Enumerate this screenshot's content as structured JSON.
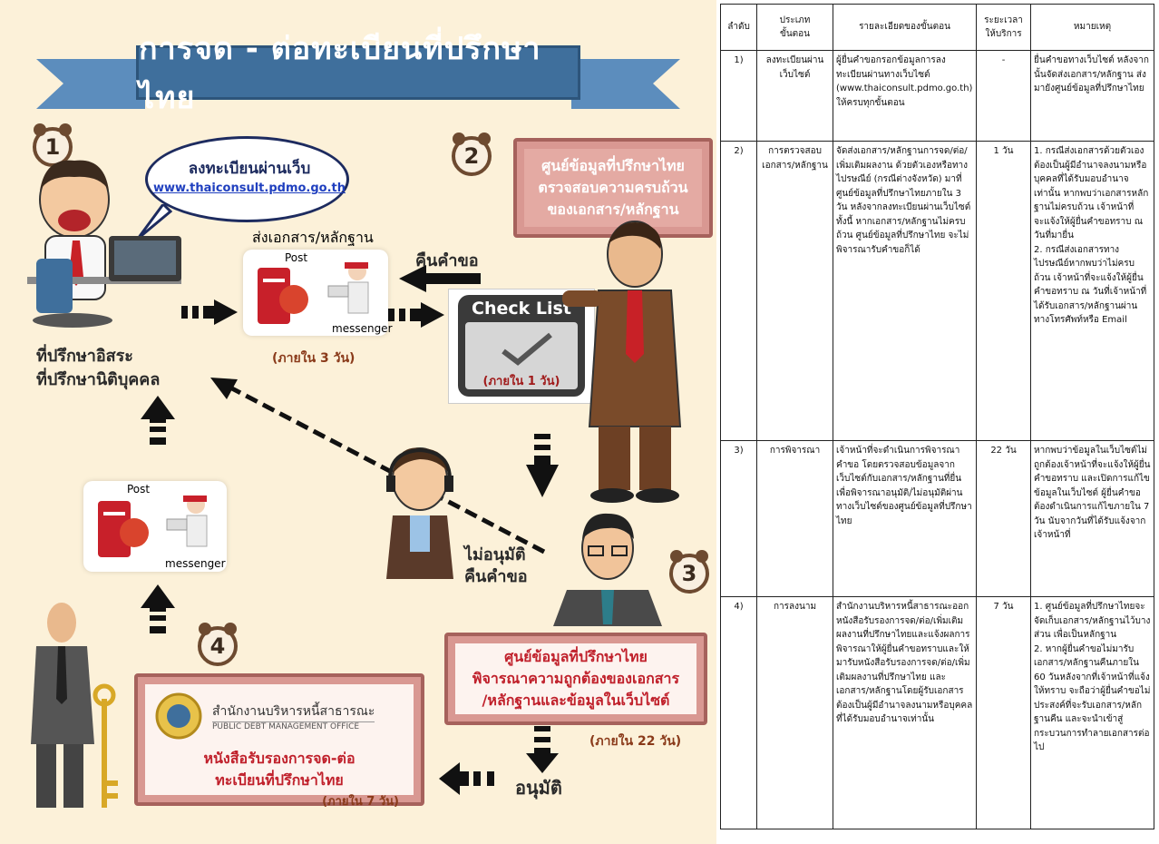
{
  "diagram": {
    "title": "การจด - ต่อทะเบียนที่ปรึกษาไทย",
    "step_numbers": [
      "1",
      "2",
      "3",
      "4"
    ],
    "speech_bubble": {
      "line1": "ลงทะเบียนผ่านเว็บ",
      "url": "www.thaiconsult.pdmo.go.th"
    },
    "send_docs_label": "ส่งเอกสาร/หลักฐาน",
    "post_label": "Post",
    "messenger_label": "messenger",
    "within_3_days": "(ภายใน 3 วัน)",
    "return_request": "คืนคำขอ",
    "checklist_title": "Check List",
    "within_1_day": "(ภายใน 1 วัน)",
    "consultant_line1": "ที่ปรึกษาอิสระ",
    "consultant_line2": "ที่ปรึกษานิติบุคคล",
    "center_box2": [
      "ศูนย์ข้อมูลที่ปรึกษาไทย",
      "ตรวจสอบความครบถ้วน",
      "ของเอกสาร/หลักฐาน"
    ],
    "not_approved_line1": "ไม่อนุมัติ",
    "not_approved_line2": "คืนคำขอ",
    "center_box3": [
      "ศูนย์ข้อมูลที่ปรึกษาไทย",
      "พิจารณาความถูกต้องของเอกสาร",
      "/หลักฐานและข้อมูลในเว็บไซต์"
    ],
    "within_22_days": "(ภายใน 22 วัน)",
    "approve_label": "อนุมัติ",
    "office_th": "สำนักงานบริหารหนี้สาธารณะ",
    "office_en": "PUBLIC DEBT MANAGEMENT OFFICE",
    "certificate_line1": "หนังสือรับรองการจด-ต่อ",
    "certificate_line2": "ทะเบียนที่ปรึกษาไทย",
    "within_7_days": "(ภายใน 7 วัน)"
  },
  "table": {
    "headers": [
      "ลำดับ",
      "ประเภท\nขั้นตอน",
      "รายละเอียดของขั้นตอน",
      "ระยะเวลา\nให้บริการ",
      "หมายเหตุ"
    ],
    "rows": [
      {
        "no": "1)",
        "type": "ลงทะเบียนผ่านเว็บไซต์",
        "detail": "ผู้ยื่นคำขอกรอกข้อมูลการลงทะเบียนผ่านทางเว็บไซต์ (www.thaiconsult.pdmo.go.th) ให้ครบทุกขั้นตอน",
        "duration": "-",
        "remark": "ยื่นคำขอทางเว็บไซต์ หลังจากนั้นจัดส่งเอกสาร/หลักฐาน ส่งมายังศูนย์ข้อมูลที่ปรึกษาไทย"
      },
      {
        "no": "2)",
        "type": "การตรวจสอบเอกสาร/หลักฐาน",
        "detail": "จัดส่งเอกสาร/หลักฐานการจด/ต่อ/เพิ่มเติมผลงาน ด้วยตัวเองหรือทางไปรษณีย์ (กรณีต่างจังหวัด) มาที่ศูนย์ข้อมูลที่ปรึกษาไทยภายใน 3 วัน หลังจากลงทะเบียนผ่านเว็บไซต์ ทั้งนี้ หากเอกสาร/หลักฐานไม่ครบถ้วน ศูนย์ข้อมูลที่ปรึกษาไทย จะไม่พิจารณารับคำขอก็ได้",
        "duration": "1 วัน",
        "remark": "1. กรณีส่งเอกสารด้วยตัวเอง ต้องเป็นผู้มีอำนาจลงนามหรือบุคคลที่ได้รับมอบอำนาจเท่านั้น หากพบว่าเอกสารหลักฐานไม่ครบถ้วน เจ้าหน้าที่จะแจ้งให้ผู้ยื่นคำขอทราบ ณ วันที่มายื่น\n2. กรณีส่งเอกสารทางไปรษณีย์หากพบว่าไม่ครบถ้วน เจ้าหน้าที่จะแจ้งให้ผู้ยื่นคำขอทราบ ณ วันที่เจ้าหน้าที่ได้รับเอกสาร/หลักฐานผ่านทางโทรศัพท์หรือ Email"
      },
      {
        "no": "3)",
        "type": "การพิจารณา",
        "detail": "เจ้าหน้าที่จะดำเนินการพิจารณาคำขอ โดยตรวจสอบข้อมูลจากเว็บไซต์กับเอกสาร/หลักฐานที่ยื่นเพื่อพิจารณาอนุมัติ/ไม่อนุมัติผ่านทางเว็บไซต์ของศูนย์ข้อมูลที่ปรึกษาไทย",
        "duration": "22 วัน",
        "remark": "หากพบว่าข้อมูลในเว็บไซต์ไม่ถูกต้องเจ้าหน้าที่จะแจ้งให้ผู้ยื่นคำขอทราบ และเปิดการแก้ไขข้อมูลในเว็บไซต์ ผู้ยื่นคำขอต้องดำเนินการแก้ไขภายใน 7 วัน นับจากวันที่ได้รับแจ้งจากเจ้าหน้าที่"
      },
      {
        "no": "4)",
        "type": "การลงนาม",
        "detail": "สำนักงานบริหารหนี้สาธารณะออกหนังสือรับรองการจด/ต่อ/เพิ่มเติมผลงานที่ปรึกษาไทยและแจ้งผลการพิจารณาให้ผู้ยื่นคำขอทราบและให้มารับหนังสือรับรองการจด/ต่อ/เพิ่มเติมผลงานที่ปรึกษาไทย และเอกสาร/หลักฐานโดยผู้รับเอกสารต้องเป็นผู้มีอำนาจลงนามหรือบุคคลที่ได้รับมอบอำนาจเท่านั้น",
        "duration": "7 วัน",
        "remark": "1. ศูนย์ข้อมูลที่ปรึกษาไทยจะจัดเก็บเอกสาร/หลักฐานไว้บางส่วน เพื่อเป็นหลักฐาน\n2. หากผู้ยื่นคำขอไม่มารับเอกสาร/หลักฐานคืนภายใน 60 วันหลังจากที่เจ้าหน้าที่แจ้งให้ทราบ จะถือว่าผู้ยื่นคำขอไม่ประสงค์ที่จะรับเอกสาร/หลักฐานคืน และจะนำเข้าสู่กระบวนการทำลายเอกสารต่อไป"
      }
    ]
  }
}
